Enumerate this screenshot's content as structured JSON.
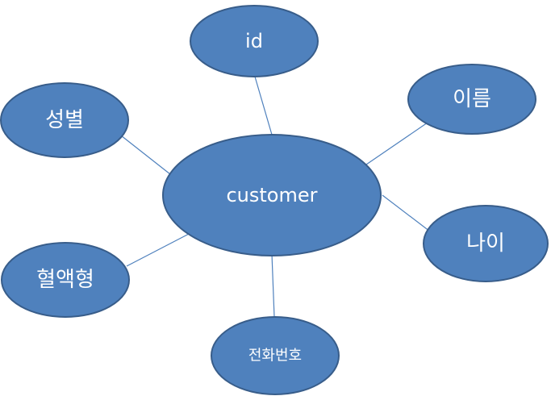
{
  "diagram": {
    "center": {
      "label": "customer"
    },
    "attributes": [
      {
        "key": "id",
        "label": "id"
      },
      {
        "key": "name",
        "label": "이름"
      },
      {
        "key": "age",
        "label": "나이"
      },
      {
        "key": "phone",
        "label": "전화번호"
      },
      {
        "key": "blood",
        "label": "혈액형"
      },
      {
        "key": "gender",
        "label": "성별"
      }
    ]
  },
  "colors": {
    "node_fill": "#4f81bd",
    "node_stroke": "#385d8a",
    "connector": "#4f81bd",
    "label": "#ffffff"
  }
}
